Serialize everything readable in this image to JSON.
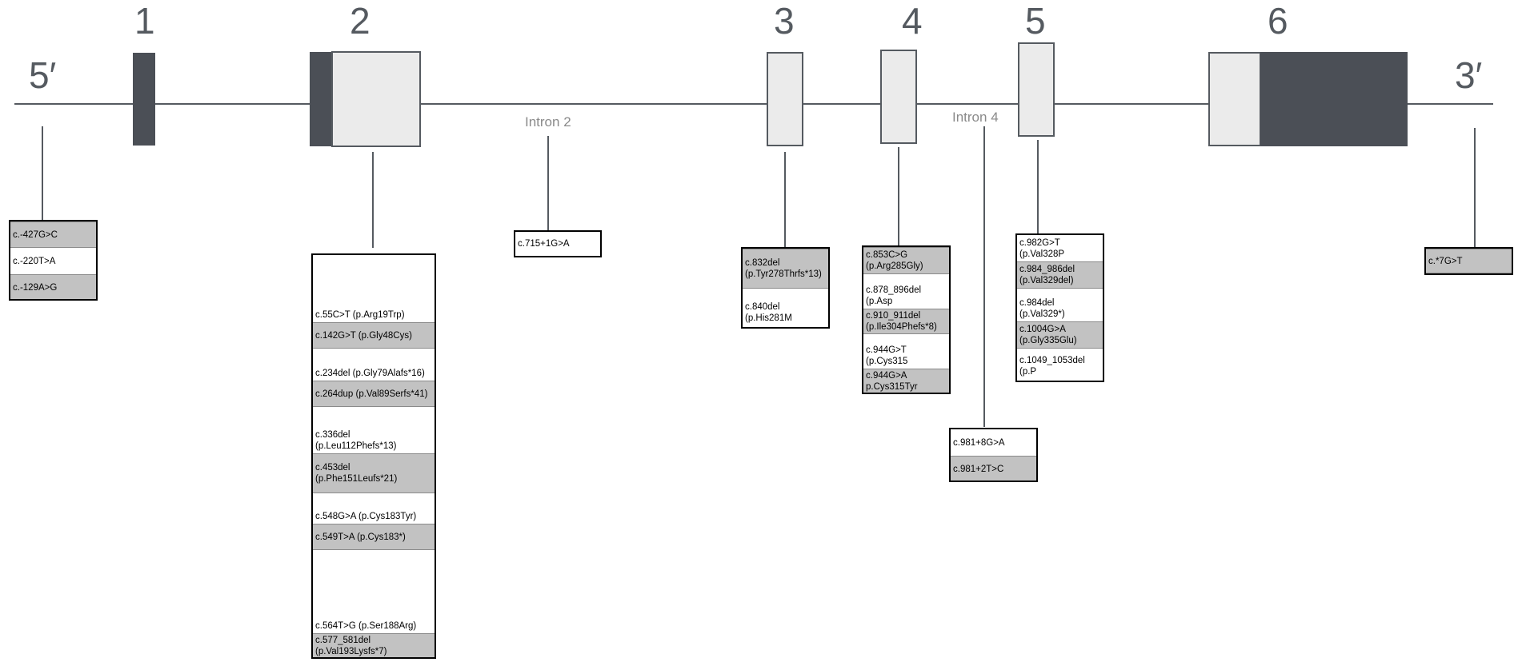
{
  "gene": {
    "five_prime": "5′",
    "three_prime": "3′",
    "exons": [
      {
        "number": "1"
      },
      {
        "number": "2"
      },
      {
        "number": "3"
      },
      {
        "number": "4"
      },
      {
        "number": "5"
      },
      {
        "number": "6"
      }
    ],
    "introns": [
      {
        "label": "Intron 2"
      },
      {
        "label": "Intron 4"
      }
    ]
  },
  "variant_groups": [
    {
      "region": "5′ UTR",
      "variants": [
        {
          "text": "c.-427G>C",
          "shaded": true
        },
        {
          "text": "c.-220T>A",
          "shaded": false
        },
        {
          "text": "c.-129A>G",
          "shaded": true
        }
      ]
    },
    {
      "region": "Exon 2",
      "variants": [
        {
          "text": "c.55C>T (p.Arg19Trp)",
          "shaded": false
        },
        {
          "text": "c.142G>T (p.Gly48Cys)",
          "shaded": true
        },
        {
          "text": "c.234del (p.Gly79Alafs*16)",
          "shaded": false
        },
        {
          "text": "c.264dup (p.Val89Serfs*41)",
          "shaded": true
        },
        {
          "text": "c.336del (p.Leu112Phefs*13)",
          "shaded": false
        },
        {
          "text": "c.453del\n(p.Phe151Leufs*21)",
          "shaded": true
        },
        {
          "text": "c.548G>A (p.Cys183Tyr)",
          "shaded": false
        },
        {
          "text": "c.549T>A (p.Cys183*)",
          "shaded": true
        },
        {
          "text": "c.564T>G (p.Ser188Arg)",
          "shaded": false
        },
        {
          "text": "c.577_581del\n(p.Val193Lysfs*7)",
          "shaded": true
        }
      ]
    },
    {
      "region": "Intron 2",
      "variants": [
        {
          "text": "c.715+1G>A",
          "shaded": false
        }
      ]
    },
    {
      "region": "Exon 3",
      "variants": [
        {
          "text": "c.832del\n(p.Tyr278Thrfs*13)",
          "shaded": true
        },
        {
          "text": "c.840del (p.His281M",
          "shaded": false
        }
      ]
    },
    {
      "region": "Exon 4",
      "variants": [
        {
          "text": "c.853C>G\n(p.Arg285Gly)",
          "shaded": true
        },
        {
          "text": "c.878_896del (p.Asp",
          "shaded": false
        },
        {
          "text": "c.910_911del\n(p.Ile304Phefs*8)",
          "shaded": true
        },
        {
          "text": "c.944G>T (p.Cys315",
          "shaded": false
        },
        {
          "text": "c.944G>A\np.Cys315Tyr",
          "shaded": true
        }
      ]
    },
    {
      "region": "Intron 4",
      "variants": [
        {
          "text": "c.981+8G>A",
          "shaded": false
        },
        {
          "text": "c.981+2T>C",
          "shaded": true
        }
      ]
    },
    {
      "region": "Exon 5",
      "variants": [
        {
          "text": "c.982G>T (p.Val328P",
          "shaded": false
        },
        {
          "text": "c.984_986del\n(p.Val329del)",
          "shaded": true
        },
        {
          "text": "c.984del (p.Val329*)",
          "shaded": false
        },
        {
          "text": "c.1004G>A\n(p.Gly335Glu)",
          "shaded": true
        },
        {
          "text": "c.1049_1053del (p.P",
          "shaded": false
        }
      ]
    },
    {
      "region": "3′ UTR",
      "variants": [
        {
          "text": "c.*7G>T",
          "shaded": true
        }
      ]
    }
  ],
  "colors": {
    "coding": "#4b4f56",
    "utr": "#ebebeb",
    "line": "#555a60",
    "shade": "#c2c2c2"
  }
}
